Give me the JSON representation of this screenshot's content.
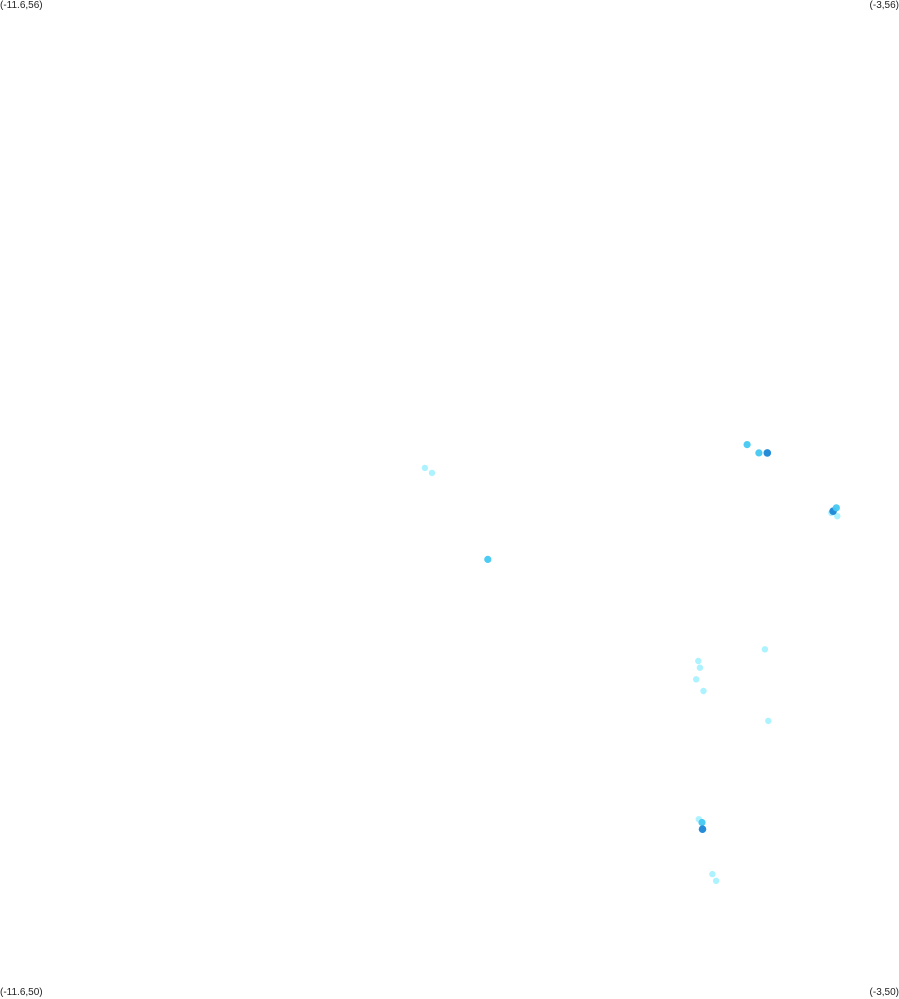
{
  "corners": {
    "top_left": "(-11.6,56)",
    "top_right": "(-3,56)",
    "bottom_left": "(-11.6,50)",
    "bottom_right": "(-3,50)"
  },
  "bounds": {
    "lon_min": -11.6,
    "lon_max": -3,
    "lat_min": 50,
    "lat_max": 56
  },
  "colors": {
    "light": "#9ff0ff",
    "mid": "#45c8f2",
    "dark": "#1a86d6"
  },
  "blobs": [
    {
      "lon": -6.934,
      "lat": 52.64,
      "intensity": "mid"
    },
    {
      "lon": -7.535,
      "lat": 53.19,
      "intensity": "light"
    },
    {
      "lon": -7.467,
      "lat": 53.16,
      "intensity": "light"
    },
    {
      "lon": -4.453,
      "lat": 53.33,
      "intensity": "mid"
    },
    {
      "lon": -4.26,
      "lat": 53.28,
      "intensity": "dark"
    },
    {
      "lon": -4.34,
      "lat": 53.28,
      "intensity": "mid"
    },
    {
      "lon": -3.648,
      "lat": 52.92,
      "intensity": "light"
    },
    {
      "lon": -3.59,
      "lat": 52.9,
      "intensity": "light"
    },
    {
      "lon": -3.63,
      "lat": 52.93,
      "intensity": "dark"
    },
    {
      "lon": -3.6,
      "lat": 52.95,
      "intensity": "mid"
    },
    {
      "lon": -4.283,
      "lat": 52.1,
      "intensity": "light"
    },
    {
      "lon": -4.92,
      "lat": 52.03,
      "intensity": "light"
    },
    {
      "lon": -4.905,
      "lat": 51.99,
      "intensity": "light"
    },
    {
      "lon": -4.94,
      "lat": 51.92,
      "intensity": "light"
    },
    {
      "lon": -4.87,
      "lat": 51.85,
      "intensity": "light"
    },
    {
      "lon": -4.25,
      "lat": 51.67,
      "intensity": "light"
    },
    {
      "lon": -4.915,
      "lat": 51.08,
      "intensity": "light"
    },
    {
      "lon": -4.885,
      "lat": 51.06,
      "intensity": "mid"
    },
    {
      "lon": -4.88,
      "lat": 51.02,
      "intensity": "dark"
    },
    {
      "lon": -4.785,
      "lat": 50.75,
      "intensity": "light"
    },
    {
      "lon": -4.75,
      "lat": 50.71,
      "intensity": "light"
    }
  ]
}
